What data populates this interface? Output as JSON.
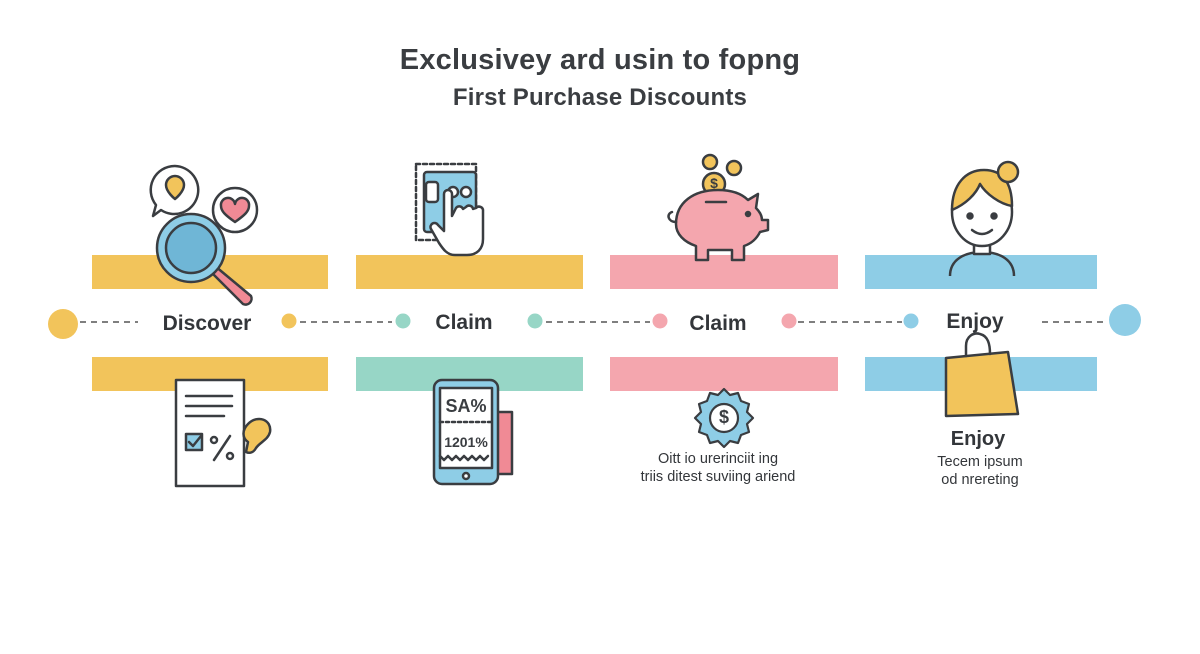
{
  "title": {
    "line1": "Exclusivey ard usin to fopng",
    "line2": "First  Purchase Discounts"
  },
  "colors": {
    "yellow": "#f2c45b",
    "teal": "#97d6c6",
    "pink": "#f4a6ae",
    "blue": "#8ecde6",
    "ink": "#3a3d41"
  },
  "stages": [
    {
      "label": "Discover",
      "top_icon": "magnifier-location-heart-icon",
      "bottom_icon": "coupon-percent-document-icon"
    },
    {
      "label": "Claim",
      "top_icon": "hand-tap-ticket-icon",
      "bottom_icon": "phone-discount-icon",
      "phone_line1": "SA%",
      "phone_line2": "1201%"
    },
    {
      "label": "Claim",
      "top_icon": "piggy-bank-coins-icon",
      "bottom_icon": "dollar-badge-icon",
      "coin_symbol": "$",
      "badge_symbol": "$",
      "desc_line1": "Oitt io urerinciit ing",
      "desc_line2": "triis ditest suviing ariend"
    },
    {
      "label": "Enjoy",
      "top_icon": "smiling-person-icon",
      "bottom_icon": "shopping-bag-icon",
      "sub_label": "Enjoy",
      "desc_line1": "Tecem ipsum",
      "desc_line2": "od nrereting"
    }
  ]
}
